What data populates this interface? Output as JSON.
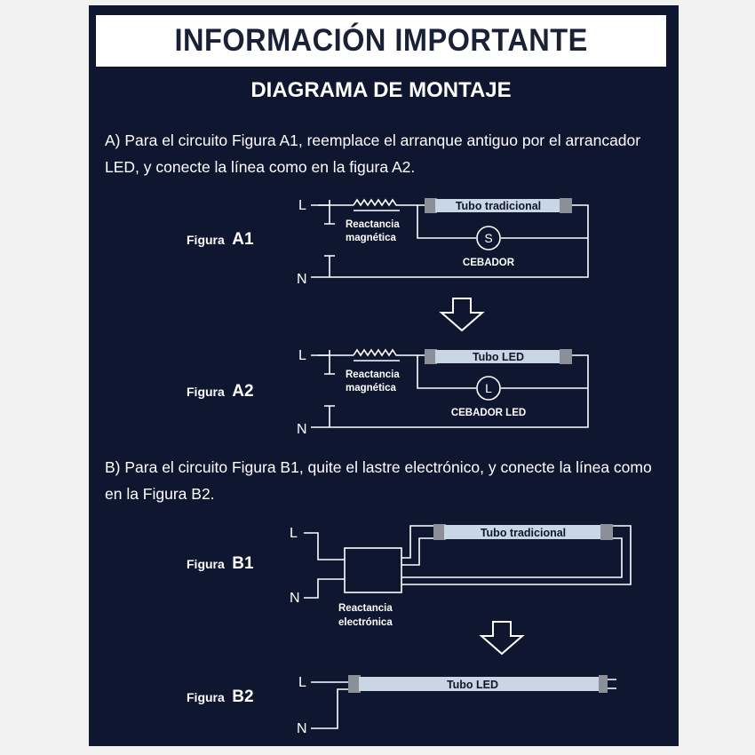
{
  "header": {
    "title": "INFORMACIÓN IMPORTANTE",
    "subtitle": "DIAGRAMA DE MONTAJE"
  },
  "section_a": {
    "text": "A) Para el circuito Figura A1, reemplace el arranque antiguo por el arrancador LED, y conecte la línea como en la figura A2."
  },
  "section_b": {
    "text": "B) Para el circuito Figura B1, quite el lastre electrónico, y conecte la línea como en la Figura B2."
  },
  "figures": {
    "a1": {
      "label": "Figura",
      "code": "A1",
      "line_l": "L",
      "line_n": "N",
      "ballast_line1": "Reactancia",
      "ballast_line2": "magnética",
      "tube": "Tubo tradicional",
      "starter_symbol": "S",
      "starter": "CEBADOR"
    },
    "a2": {
      "label": "Figura",
      "code": "A2",
      "line_l": "L",
      "line_n": "N",
      "ballast_line1": "Reactancia",
      "ballast_line2": "magnética",
      "tube": "Tubo LED",
      "starter_symbol": "L",
      "starter": "CEBADOR LED"
    },
    "b1": {
      "label": "Figura",
      "code": "B1",
      "line_l": "L",
      "line_n": "N",
      "ballast_line1": "Reactancia",
      "ballast_line2": "electrónica",
      "tube": "Tubo tradicional"
    },
    "b2": {
      "label": "Figura",
      "code": "B2",
      "line_l": "L",
      "line_n": "N",
      "tube": "Tubo LED"
    }
  },
  "colors": {
    "panel": "#0f1730",
    "tube": "#c9d6e4",
    "tube_end": "#8a8f98",
    "text": "#ffffff"
  }
}
